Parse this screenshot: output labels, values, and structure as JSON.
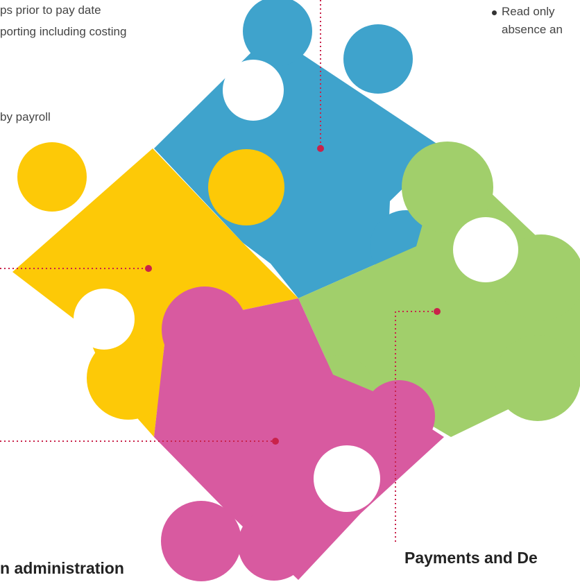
{
  "top_left_text": {
    "line1": "ps prior to pay date",
    "line2": "porting including costing",
    "line3": "by payroll"
  },
  "top_right_text": {
    "line1": "Read only",
    "line2": "absence an"
  },
  "headings": {
    "bottom_left": "n administration",
    "bottom_right": "Payments and De"
  },
  "colors": {
    "blue": "#3fa3cc",
    "yellow": "#fdc907",
    "green": "#a1cf6b",
    "pink": "#d85aa0",
    "connector": "#c9224a"
  }
}
